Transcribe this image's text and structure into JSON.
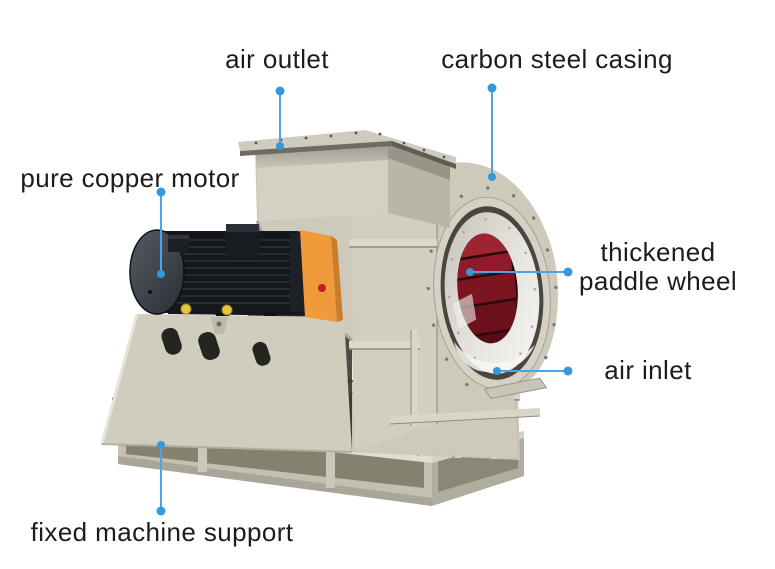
{
  "diagram": {
    "subject": "centrifugal fan product diagram",
    "annotations": {
      "air_outlet": {
        "label": "air outlet"
      },
      "carbon_steel_casing": {
        "label": "carbon steel casing"
      },
      "pure_copper_motor": {
        "label": "pure copper motor"
      },
      "thickened_paddle_wheel": {
        "line1": "thickened",
        "line2": "paddle wheel"
      },
      "air_inlet": {
        "label": "air inlet"
      },
      "fixed_machine_support": {
        "label": "fixed machine support"
      }
    }
  },
  "colors": {
    "annotation_line": "#4da3e3",
    "annotation_dot": "#3498db",
    "label_text": "#1c1c1c",
    "casing_beige": "#cdc9bb",
    "impeller_red": "#7c1421",
    "motor_dark": "#14171c",
    "guard_orange": "#ef9a3b",
    "background": "#ffffff"
  }
}
